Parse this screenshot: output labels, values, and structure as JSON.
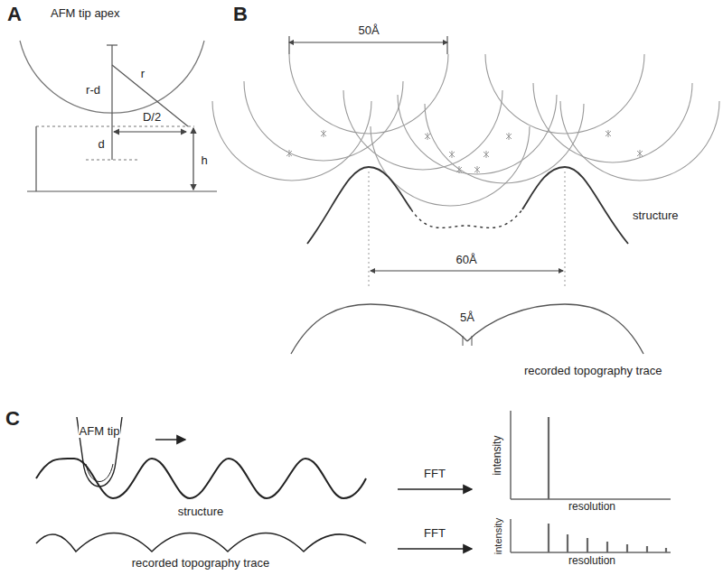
{
  "diagram": {
    "labels": [
      "A",
      "AFM tip apex",
      "r-d",
      "r",
      "d",
      "D/2",
      "h",
      "B",
      "50Å",
      "structure",
      "60Å",
      "5Å",
      "recorded topography trace",
      "C",
      "AFM tip",
      "FFT",
      "intensity",
      "resolution",
      "structure",
      "recorded topography trace",
      "FFT",
      "intensity",
      "resolution"
    ]
  }
}
